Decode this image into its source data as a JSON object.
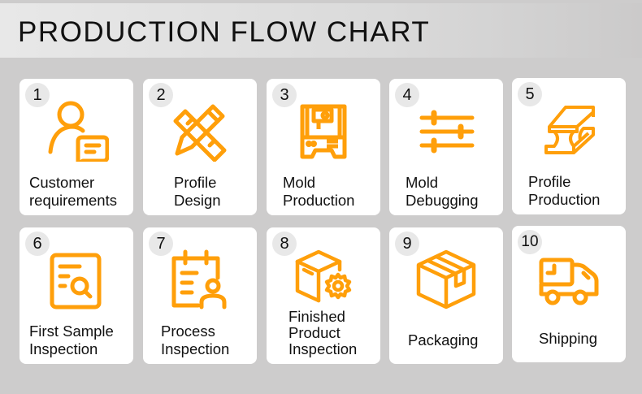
{
  "header": {
    "title": "PRODUCTION FLOW CHART"
  },
  "accent_color": "#FF9F0A",
  "steps": [
    {
      "number": "1",
      "line1": "Customer",
      "line2": "requirements",
      "line3": "",
      "icon": "user-message-icon"
    },
    {
      "number": "2",
      "line1": "Profile",
      "line2": "Design",
      "line3": "",
      "icon": "ruler-pencil-icon"
    },
    {
      "number": "3",
      "line1": "Mold",
      "line2": "Production",
      "line3": "",
      "icon": "machine-icon"
    },
    {
      "number": "4",
      "line1": "Mold",
      "line2": "Debugging",
      "line3": "",
      "icon": "sliders-icon"
    },
    {
      "number": "5",
      "line1": "Profile",
      "line2": "Production",
      "line3": "",
      "icon": "steel-beam-icon"
    },
    {
      "number": "6",
      "line1": "First Sample",
      "line2": "Inspection",
      "line3": "",
      "icon": "document-search-icon"
    },
    {
      "number": "7",
      "line1": "Process",
      "line2": "Inspection",
      "line3": "",
      "icon": "clipboard-user-icon"
    },
    {
      "number": "8",
      "line1": "Finished",
      "line2": "Product",
      "line3": "Inspection",
      "icon": "box-gear-icon"
    },
    {
      "number": "9",
      "line1": "Packaging",
      "line2": "",
      "line3": "",
      "icon": "package-icon"
    },
    {
      "number": "10",
      "line1": "Shipping",
      "line2": "",
      "line3": "",
      "icon": "delivery-truck-icon"
    }
  ]
}
